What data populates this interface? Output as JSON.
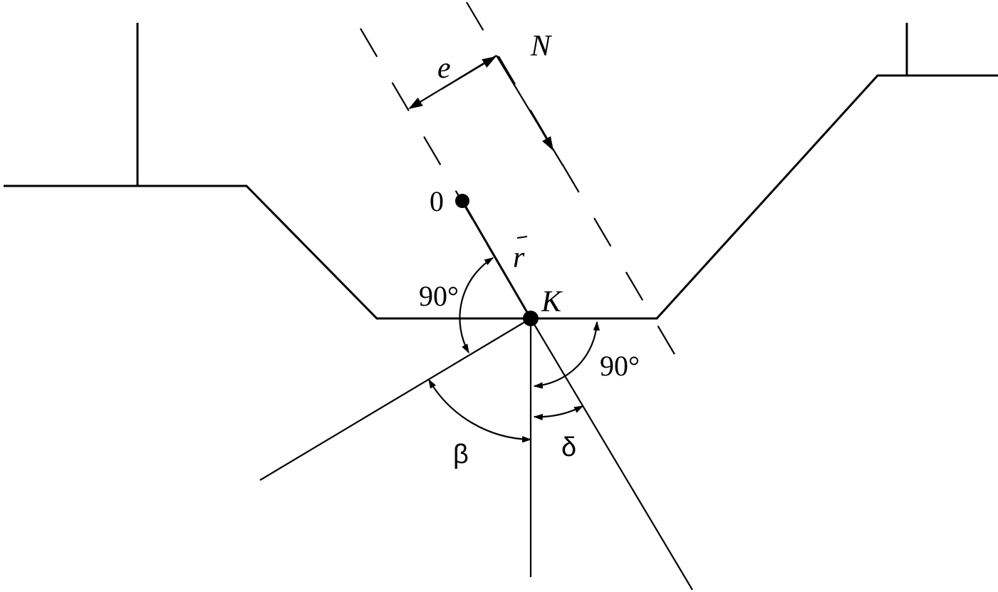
{
  "labels": {
    "N": "N",
    "e": "e",
    "origin": "0",
    "r": "r",
    "K": "K",
    "right_angle_upper": "90°",
    "right_angle_lower": "90°",
    "beta": "β",
    "delta": "δ"
  }
}
